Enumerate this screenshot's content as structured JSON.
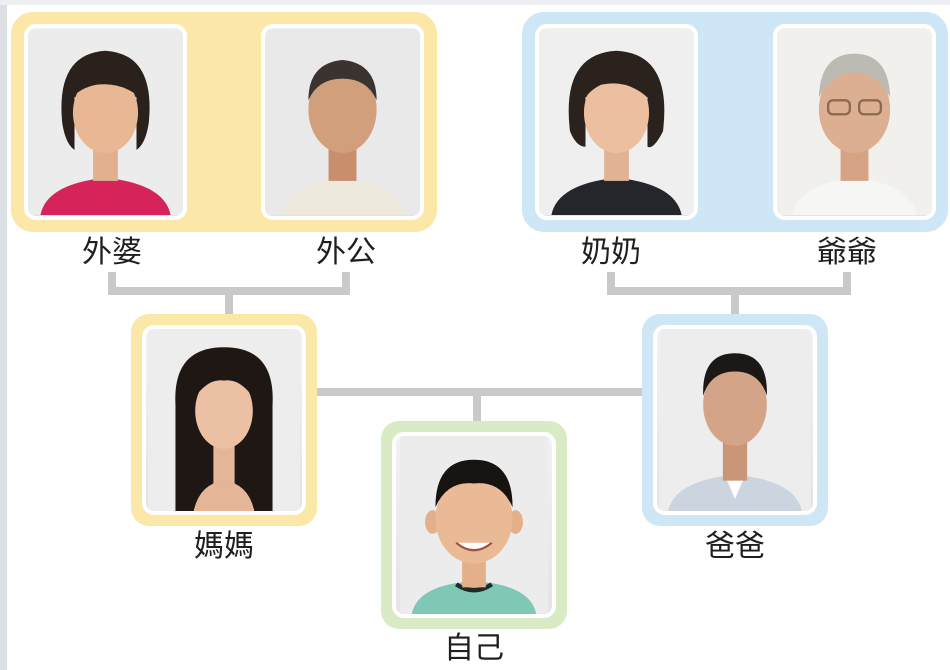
{
  "members": {
    "waipo": {
      "label": "外婆",
      "icon": "grandmother-portrait-icon"
    },
    "waigong": {
      "label": "外公",
      "icon": "grandfather-portrait-icon"
    },
    "nainai": {
      "label": "奶奶",
      "icon": "grandmother-portrait-icon"
    },
    "yeye": {
      "label": "爺爺",
      "icon": "grandfather-portrait-icon"
    },
    "mama": {
      "label": "媽媽",
      "icon": "mother-portrait-icon"
    },
    "baba": {
      "label": "爸爸",
      "icon": "father-portrait-icon"
    },
    "self": {
      "label": "自己",
      "icon": "child-portrait-icon"
    }
  },
  "colors": {
    "maternal_side": "#fbe7a8",
    "paternal_side": "#cfe6f6",
    "self": "#d8ebc4",
    "connector": "#c9c9c9"
  }
}
